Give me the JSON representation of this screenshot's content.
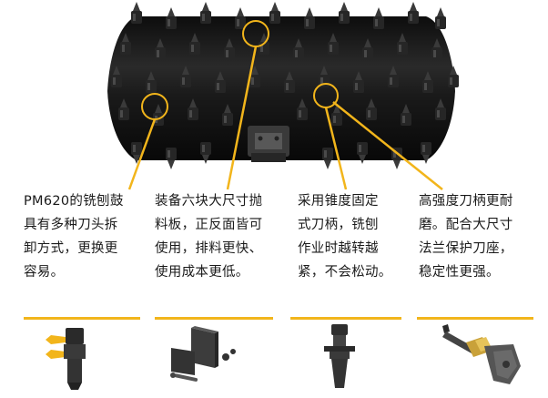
{
  "captions": [
    "PM620的铣刨鼓\n具有多种刀头拆\n卸方式，更换更\n容易。",
    "装备六块大尺寸抛\n料板，正反面皆可\n使用，排料更快、\n使用成本更低。",
    "采用锥度固定\n式刀柄，铣刨\n作业时越转越\n紧，不会松动。",
    "高强度刀柄更耐\n磨。配合大尺寸\n法兰保护刀座，\n稳定性更强。"
  ],
  "colors": {
    "accent": "#f2b51b",
    "drum": "#141414",
    "teeth": "#1e1e1e",
    "metal": "#555555",
    "gold": "#c9a13a"
  },
  "icons": [
    "drum-icon",
    "tool-holder-icon",
    "paddle-plate-icon",
    "taper-shank-icon",
    "holder-assembly-icon"
  ]
}
